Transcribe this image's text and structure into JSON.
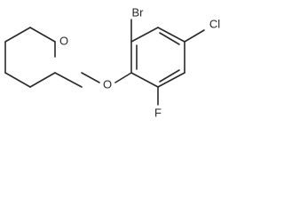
{
  "molecule": {
    "atoms": {
      "br": "Br",
      "cl": "Cl",
      "f": "F",
      "o_ring": "O",
      "o_ether": "O"
    }
  }
}
